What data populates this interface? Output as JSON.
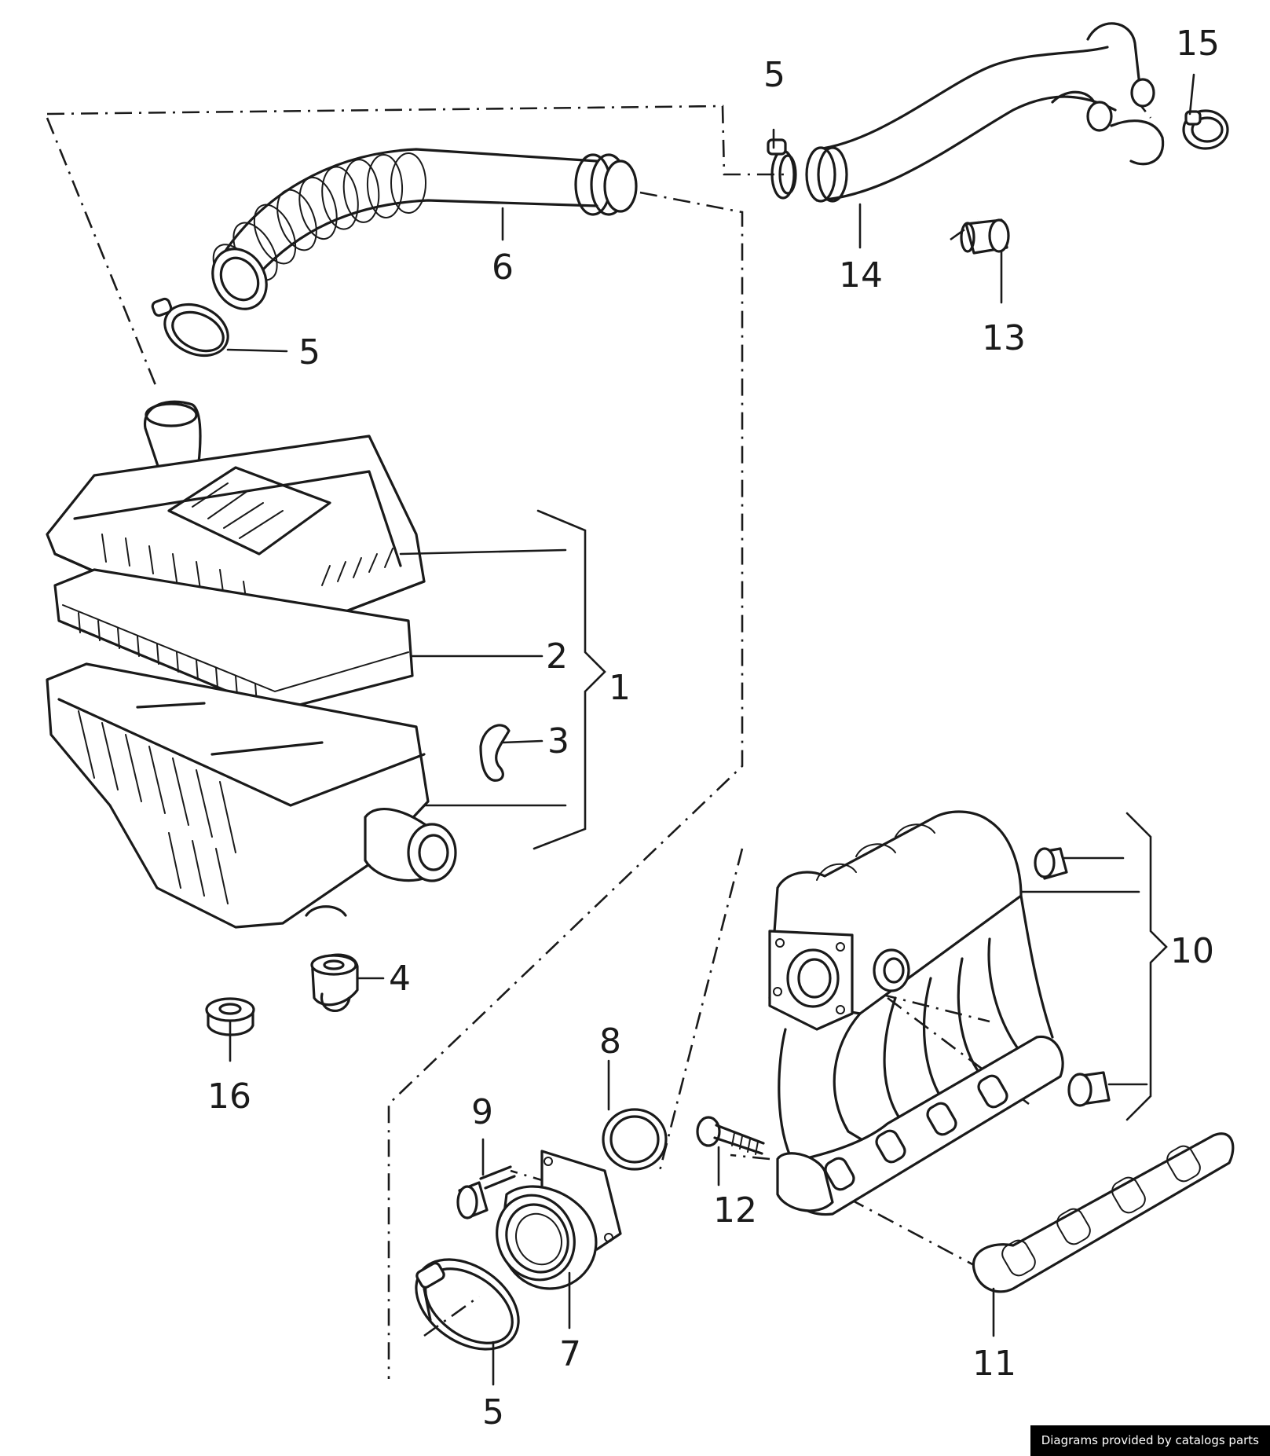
{
  "callouts": {
    "c1": "1",
    "c2": "2",
    "c3": "3",
    "c4": "4",
    "c5a": "5",
    "c5b": "5",
    "c5c": "5",
    "c6": "6",
    "c7": "7",
    "c8": "8",
    "c9": "9",
    "c10": "10",
    "c11": "11",
    "c12": "12",
    "c13": "13",
    "c14": "14",
    "c15": "15",
    "c16": "16"
  },
  "footer": {
    "text": "Diagrams provided by catalogs parts"
  },
  "colors": {
    "line": "#1a1a1a",
    "background": "#ffffff",
    "footer_bg": "#000000",
    "footer_text": "#ffffff"
  }
}
